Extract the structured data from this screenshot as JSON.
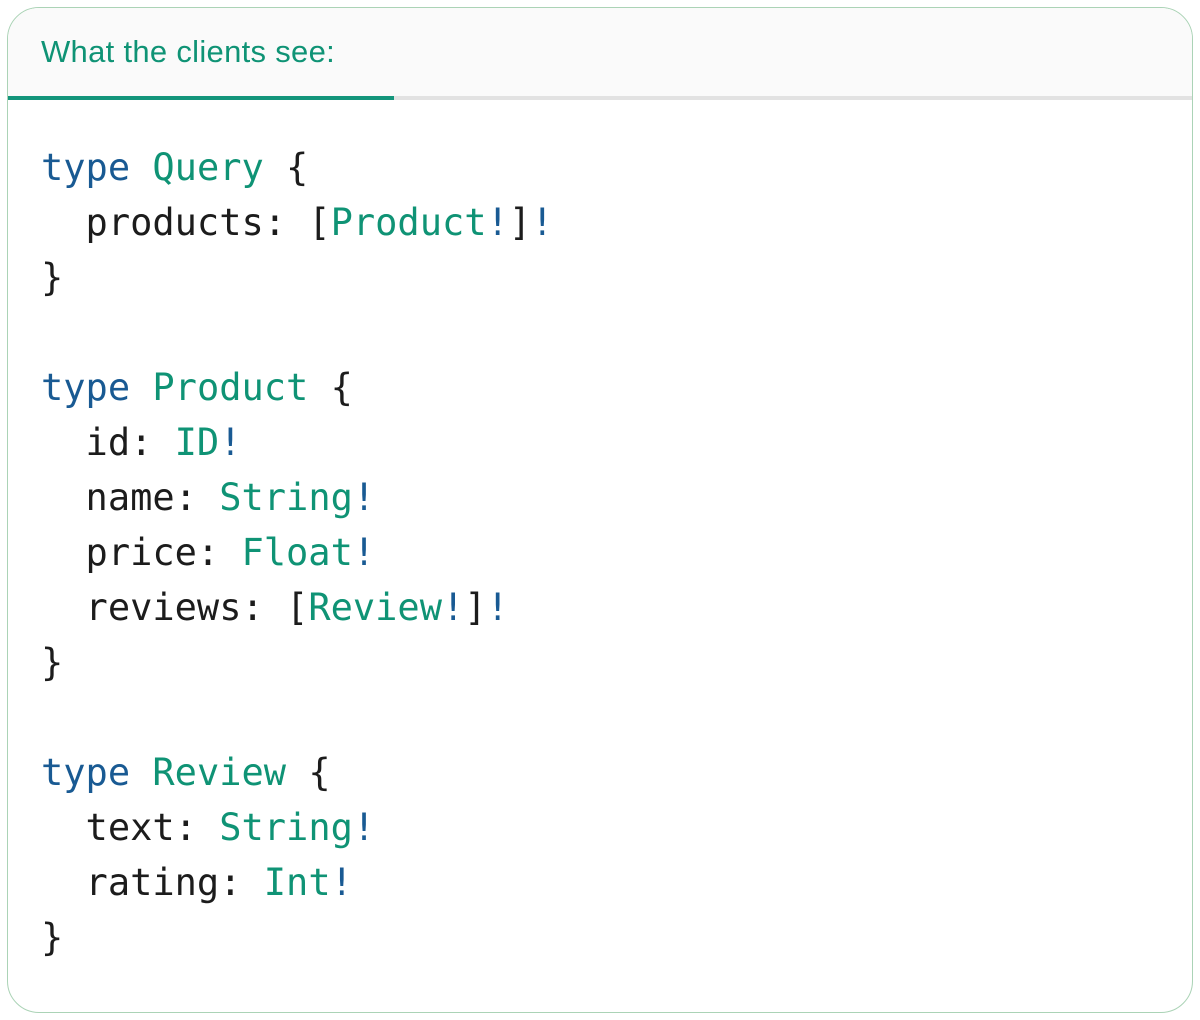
{
  "tab": {
    "label": "What the clients see:"
  },
  "code": {
    "language": "graphql-sdl",
    "lines": [
      [
        {
          "t": "type",
          "s": "keyword"
        },
        {
          "t": " ",
          "s": "plain"
        },
        {
          "t": "Query",
          "s": "typename"
        },
        {
          "t": " {",
          "s": "plain"
        }
      ],
      [
        {
          "t": "  products: [",
          "s": "plain"
        },
        {
          "t": "Product",
          "s": "typename"
        },
        {
          "t": "!",
          "s": "bang"
        },
        {
          "t": "]",
          "s": "plain"
        },
        {
          "t": "!",
          "s": "bang"
        }
      ],
      [
        {
          "t": "}",
          "s": "plain"
        }
      ],
      [],
      [
        {
          "t": "type",
          "s": "keyword"
        },
        {
          "t": " ",
          "s": "plain"
        },
        {
          "t": "Product",
          "s": "typename"
        },
        {
          "t": " {",
          "s": "plain"
        }
      ],
      [
        {
          "t": "  id: ",
          "s": "plain"
        },
        {
          "t": "ID",
          "s": "typename"
        },
        {
          "t": "!",
          "s": "bang"
        }
      ],
      [
        {
          "t": "  name: ",
          "s": "plain"
        },
        {
          "t": "String",
          "s": "typename"
        },
        {
          "t": "!",
          "s": "bang"
        }
      ],
      [
        {
          "t": "  price: ",
          "s": "plain"
        },
        {
          "t": "Float",
          "s": "typename"
        },
        {
          "t": "!",
          "s": "bang"
        }
      ],
      [
        {
          "t": "  reviews: [",
          "s": "plain"
        },
        {
          "t": "Review",
          "s": "typename"
        },
        {
          "t": "!",
          "s": "bang"
        },
        {
          "t": "]",
          "s": "plain"
        },
        {
          "t": "!",
          "s": "bang"
        }
      ],
      [
        {
          "t": "}",
          "s": "plain"
        }
      ],
      [],
      [
        {
          "t": "type",
          "s": "keyword"
        },
        {
          "t": " ",
          "s": "plain"
        },
        {
          "t": "Review",
          "s": "typename"
        },
        {
          "t": " {",
          "s": "plain"
        }
      ],
      [
        {
          "t": "  text: ",
          "s": "plain"
        },
        {
          "t": "String",
          "s": "typename"
        },
        {
          "t": "!",
          "s": "bang"
        }
      ],
      [
        {
          "t": "  rating: ",
          "s": "plain"
        },
        {
          "t": "Int",
          "s": "typename"
        },
        {
          "t": "!",
          "s": "bang"
        }
      ],
      [
        {
          "t": "}",
          "s": "plain"
        }
      ]
    ]
  },
  "colors": {
    "accent_green": "#0f9375",
    "keyword_blue": "#195a93",
    "bang_blue": "#195a93",
    "code_text": "#1c1c1c",
    "active_tab_underline": "#13957b",
    "inactive_tab_underline": "#e2e2e2",
    "tabbar_background": "#fafafa",
    "card_border": "#abd3b6"
  }
}
